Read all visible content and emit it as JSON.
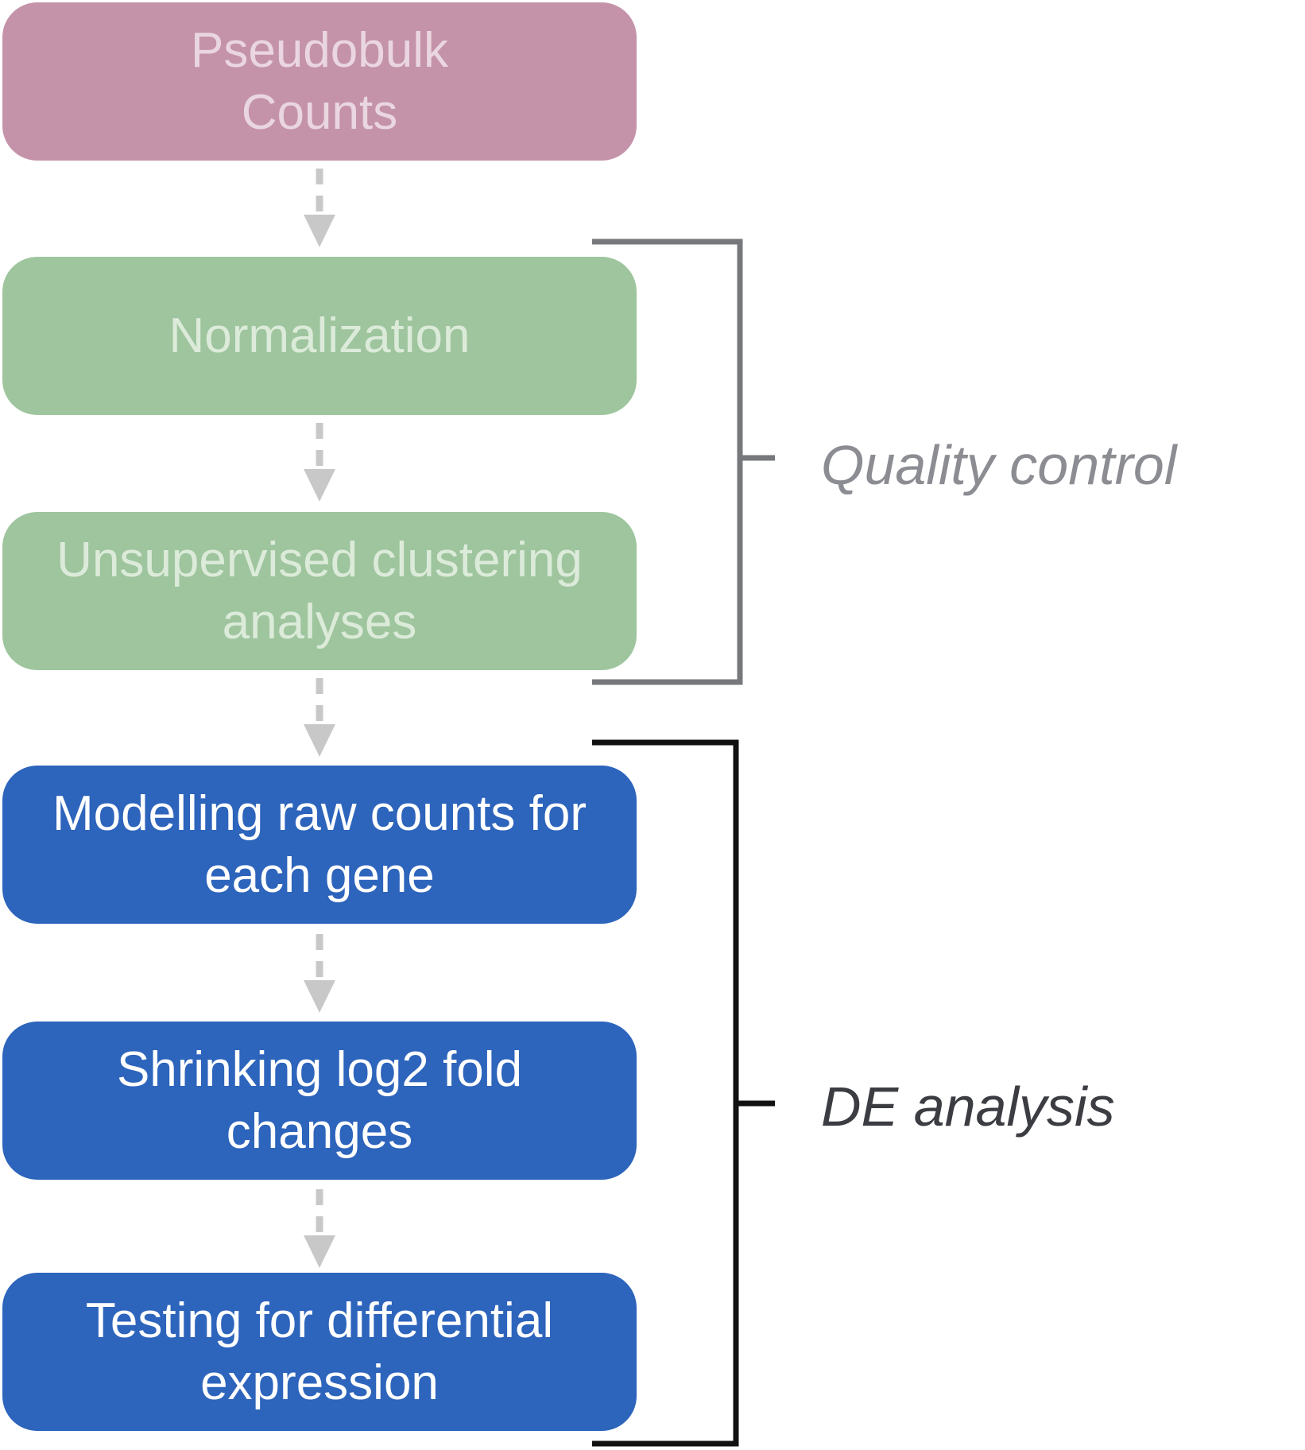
{
  "steps": [
    {
      "line1": "Pseudobulk",
      "line2": "Counts"
    },
    {
      "line1": "Normalization",
      "line2": ""
    },
    {
      "line1": "Unsupervised clustering",
      "line2": "analyses"
    },
    {
      "line1": "Modelling raw counts for",
      "line2": "each gene"
    },
    {
      "line1": "Shrinking log2 fold",
      "line2": "changes"
    },
    {
      "line1": "Testing for differential",
      "line2": "expression"
    }
  ],
  "groups": {
    "quality_control": {
      "label": "Quality control",
      "color": "#8c8d92",
      "bracket_color": "#77787c"
    },
    "de_analysis": {
      "label": "DE analysis",
      "color": "#3b3d42",
      "bracket_color": "#111111"
    }
  },
  "colors": {
    "pink": "#c493a9",
    "green": "#9ec59e",
    "blue": "#2d64bc",
    "arrow": "#c8c8c8"
  }
}
